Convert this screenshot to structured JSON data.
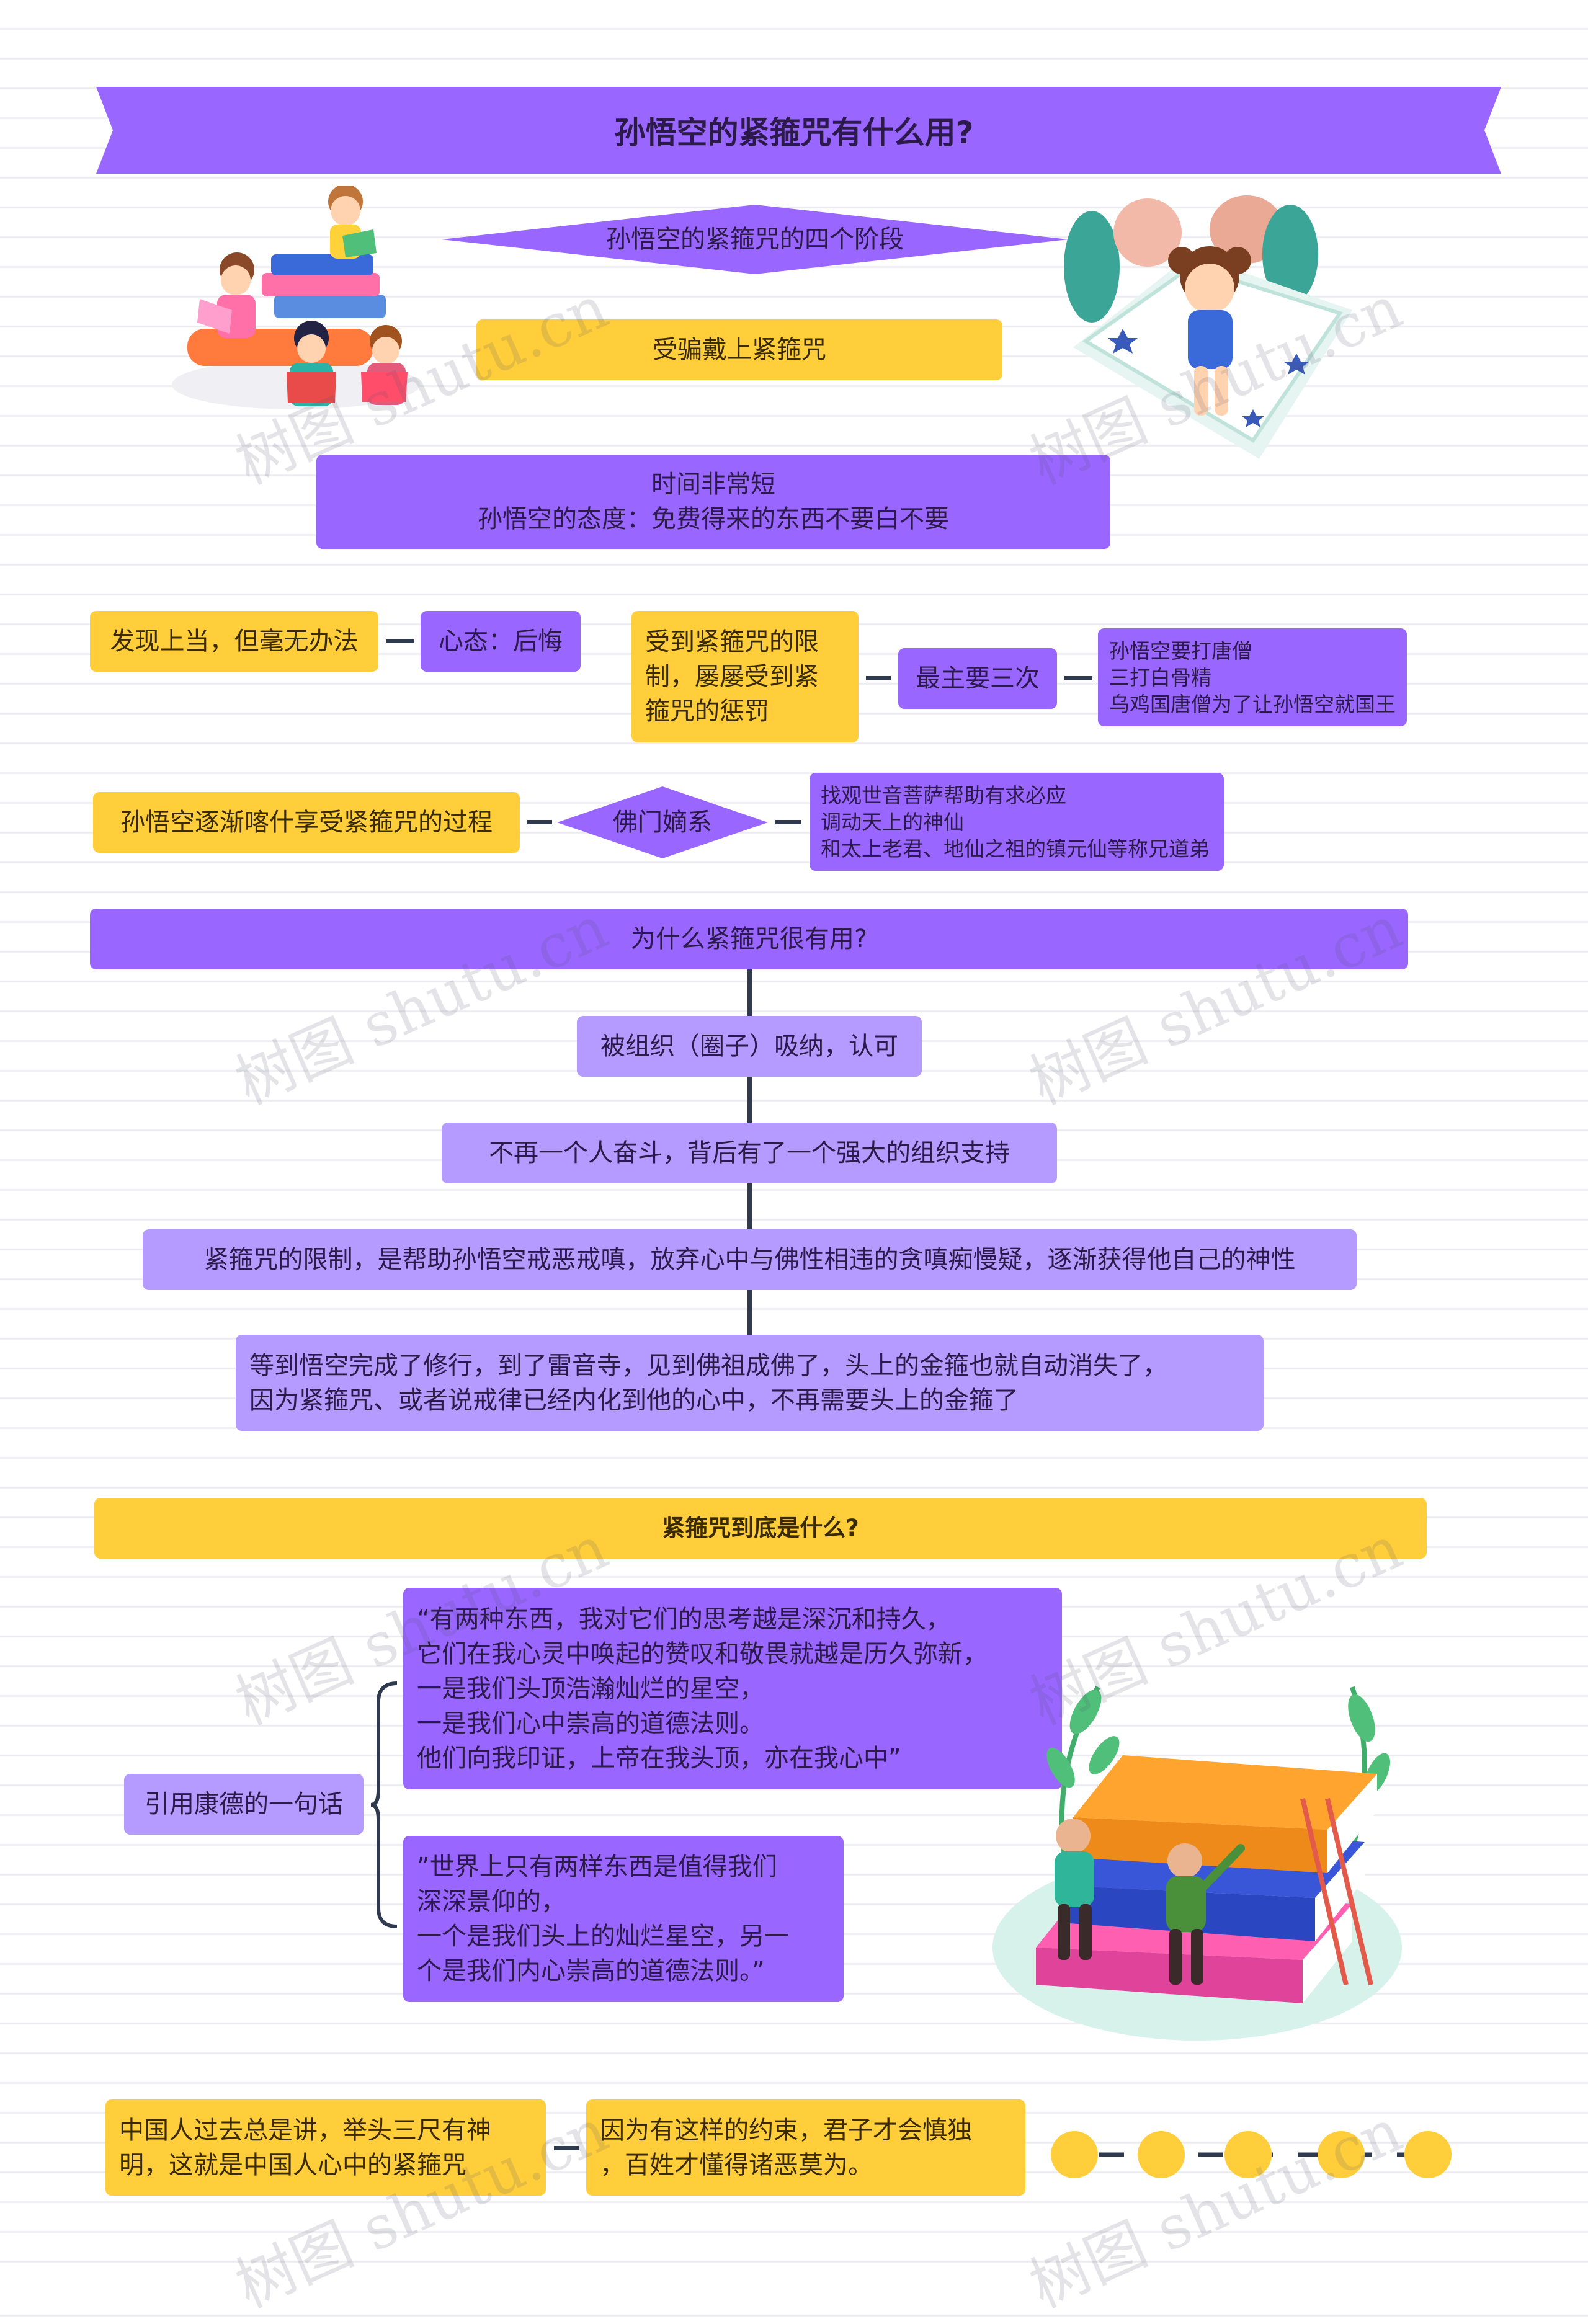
{
  "title": "孙悟空的紧箍咒有什么用?",
  "section1": {
    "diamond": "孙悟空的紧箍咒的四个阶段",
    "stage1": "受骗戴上紧箍咒",
    "time_note": "时间非常短\n孙悟空的态度：免费得来的东西不要白不要",
    "found": "发现上当，但毫无办法",
    "mood": "心态：后悔",
    "limited": "受到紧箍咒的限\n制，屡屡受到紧\n箍咒的惩罚",
    "three": "最主要三次",
    "three_detail": "孙悟空要打唐僧\n三打白骨精\n乌鸡国唐僧为了让孙悟空就国王",
    "enjoy": "孙悟空逐渐喀什享受紧箍咒的过程",
    "lineage": "佛门嫡系",
    "lineage_detail": "找观世音菩萨帮助有求必应\n调动天上的神仙\n和太上老君、地仙之祖的镇元仙等称兄道弟"
  },
  "section2": {
    "header": "为什么紧箍咒很有用?",
    "items": [
      "被组织（圈子）吸纳，认可",
      "不再一个人奋斗，背后有了一个强大的组织支持",
      "紧箍咒的限制，是帮助孙悟空戒恶戒嗔，放弃心中与佛性相违的贪嗔痴慢疑，逐渐获得他自己的神性",
      "等到悟空完成了修行，到了雷音寺，见到佛祖成佛了，头上的金箍也就自动消失了，\n因为紧箍咒、或者说戒律已经内化到他的心中，不再需要头上的金箍了"
    ]
  },
  "section3": {
    "header": "紧箍咒到底是什么?",
    "kant_label": "引用康德的一句话",
    "quote1": "“有两种东西，我对它们的思考越是深沉和持久，\n它们在我心灵中唤起的赞叹和敬畏就越是历久弥新，\n一是我们头顶浩瀚灿烂的星空，\n一是我们心中崇高的道德法则。\n他们向我印证，上帝在我头顶，亦在我心中”",
    "quote2": "”世界上只有两样东西是值得我们\n深深景仰的，\n一个是我们头上的灿烂星空，另一\n个是我们内心崇高的道德法则。”"
  },
  "section4": {
    "left": "中国人过去总是讲，举头三尺有神\n明，这就是中国人心中的紧箍咒",
    "right": "因为有这样的约束，君子才会慎独\n，百姓才懂得诸恶莫为。"
  },
  "watermark": "树图 shutu.cn",
  "colors": {
    "purple": "#9966ff",
    "light_purple": "#b59aff",
    "yellow": "#ffce3a",
    "connector": "#2f3a4f"
  }
}
